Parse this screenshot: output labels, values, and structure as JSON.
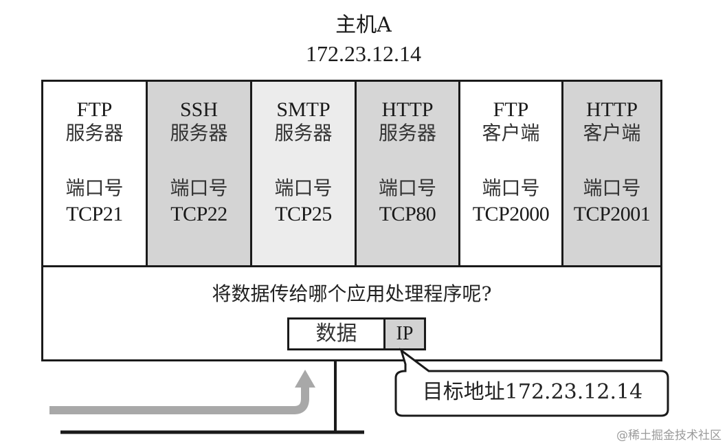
{
  "host": {
    "title": "主机A",
    "ip": "172.23.12.14"
  },
  "applications": [
    {
      "name": "FTP",
      "role": "服务器",
      "port_label": "端口号",
      "port": "TCP21",
      "shaded": false,
      "fill": "#ffffff"
    },
    {
      "name": "SSH",
      "role": "服务器",
      "port_label": "端口号",
      "port": "TCP22",
      "shaded": true,
      "fill": "#d4d4d4"
    },
    {
      "name": "SMTP",
      "role": "服务器",
      "port_label": "端口号",
      "port": "TCP25",
      "shaded": true,
      "fill": "#ececec"
    },
    {
      "name": "HTTP",
      "role": "服务器",
      "port_label": "端口号",
      "port": "TCP80",
      "shaded": true,
      "fill": "#d6d6d6"
    },
    {
      "name": "FTP",
      "role": "客户端",
      "port_label": "端口号",
      "port": "TCP2000",
      "shaded": false,
      "fill": "#ffffff"
    },
    {
      "name": "HTTP",
      "role": "客户端",
      "port_label": "端口号",
      "port": "TCP2001",
      "shaded": true,
      "fill": "#d4d4d4"
    }
  ],
  "question": "将数据传给哪个应用处理程序呢?",
  "packet": {
    "data_label": "数据",
    "header_label": "IP",
    "header_fill": "#d2d2d2"
  },
  "callout": {
    "text": "目标地址172.23.12.14"
  },
  "arrow": {
    "color": "#a8a8a8"
  },
  "watermark": "@稀土掘金技术社区"
}
